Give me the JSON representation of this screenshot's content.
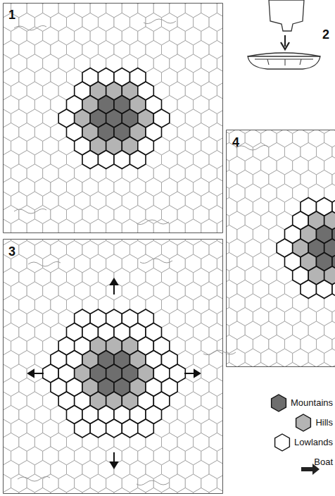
{
  "diagram": {
    "labels": [
      "1",
      "2",
      "3",
      "4"
    ],
    "legend": [
      {
        "text": "Mountains",
        "color": "#6e6e6e"
      },
      {
        "text": "Hills",
        "color": "#b4b4b4"
      },
      {
        "text": "Lowlands",
        "color": "#ffffff"
      },
      {
        "text": "Boat"
      }
    ]
  }
}
